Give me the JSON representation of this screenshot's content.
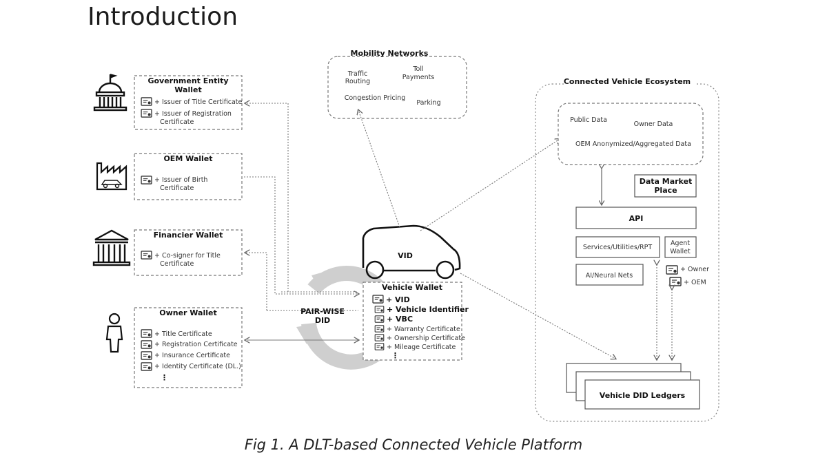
{
  "page": {
    "heading": "Introduction",
    "caption": "Fig 1. A DLT-based Connected Vehicle Platform"
  },
  "mobility": {
    "title": "Mobility Networks",
    "traffic_routing": [
      "Traffic",
      "Routing"
    ],
    "toll_payments": [
      "Toll",
      "Payments"
    ],
    "congestion_pricing": "Congestion Pricing",
    "parking": "Parking"
  },
  "wallets": {
    "government": {
      "title": [
        "Government Entity",
        "Wallet"
      ],
      "items": [
        [
          "+ Issuer of Title Certificate"
        ],
        [
          "+ Issuer of Registration",
          "Certificate"
        ]
      ]
    },
    "oem": {
      "title": [
        "OEM Wallet"
      ],
      "items": [
        [
          "+ Issuer of Birth",
          "Certificate"
        ]
      ]
    },
    "financier": {
      "title": [
        "Financier Wallet"
      ],
      "items": [
        [
          "+ Co-signer for Title",
          "Certificate"
        ]
      ]
    },
    "owner": {
      "title": [
        "Owner Wallet"
      ],
      "items": [
        [
          "+ Title Certificate"
        ],
        [
          "+ Registration Certificate"
        ],
        [
          "+ Insurance Certificate"
        ],
        [
          "+ Identity Certificate (DL.)"
        ]
      ],
      "more": "⋮"
    }
  },
  "vehicle": {
    "vid_label": "VID",
    "pairwise": [
      "PAIR-WISE",
      "DID"
    ],
    "wallet_title": "Vehicle Wallet",
    "items": [
      "+ VID",
      "+ Vehicle Identifier",
      "+ VBC",
      "+ Warranty Certificate",
      "+ Ownership Certificate",
      "+ Mileage Certificate"
    ],
    "more": "⋮"
  },
  "ecosystem": {
    "title": "Connected Vehicle Ecosystem",
    "public_data": "Public Data",
    "owner_data": "Owner Data",
    "oem_data": "OEM Anonymized/Aggregated Data",
    "data_market": [
      "Data Market",
      "Place"
    ],
    "api": "API",
    "services": "Services/Utilities/RPT",
    "agent_wallet": [
      "Agent",
      "Wallet"
    ],
    "ai": "AI/Neural Nets",
    "owner": "+ Owner",
    "oem": "+ OEM",
    "ledgers": "Vehicle DID Ledgers"
  },
  "icons": {
    "government": "capitol-building-icon",
    "oem": "factory-icon",
    "financier": "bank-icon",
    "owner": "person-icon",
    "certificate": "certificate-icon",
    "car": "car-outline-icon",
    "exchange": "circular-exchange-arrows-icon"
  }
}
